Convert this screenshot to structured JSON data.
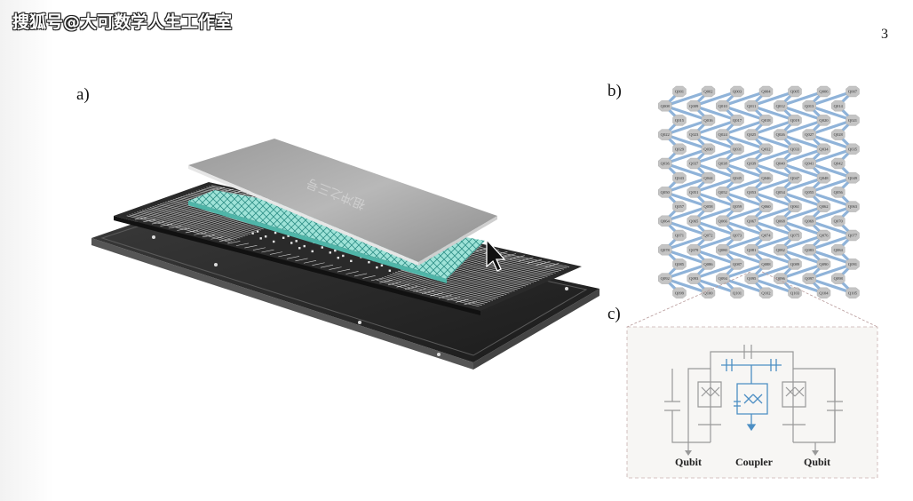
{
  "watermark": "搜狐号@大可数学人生工作室",
  "page_number": "3",
  "panels": {
    "a": "a)",
    "b": "b)",
    "c": "c)"
  },
  "chip": {
    "cover_text": "祖冲之三号"
  },
  "lattice": {
    "rows": [
      [
        "Q001",
        "Q002",
        "Q003",
        "Q004",
        "Q005",
        "Q006",
        "Q007"
      ],
      [
        "Q008",
        "Q009",
        "Q010",
        "Q011",
        "Q012",
        "Q013",
        "Q014"
      ],
      [
        "Q015",
        "Q016",
        "Q017",
        "Q018",
        "Q019",
        "Q020",
        "Q021"
      ],
      [
        "Q022",
        "Q023",
        "Q024",
        "Q025",
        "Q026",
        "Q027",
        "Q028"
      ],
      [
        "Q029",
        "Q030",
        "Q031",
        "Q032",
        "Q033",
        "Q034",
        "Q035"
      ],
      [
        "Q036",
        "Q037",
        "Q038",
        "Q039",
        "Q040",
        "Q041",
        "Q042"
      ],
      [
        "Q043",
        "Q044",
        "Q045",
        "Q046",
        "Q047",
        "Q048",
        "Q049"
      ],
      [
        "Q050",
        "Q051",
        "Q052",
        "Q053",
        "Q054",
        "Q055",
        "Q056"
      ],
      [
        "Q057",
        "Q058",
        "Q059",
        "Q060",
        "Q061",
        "Q062",
        "Q063"
      ],
      [
        "Q064",
        "Q065",
        "Q066",
        "Q067",
        "Q068",
        "Q069",
        "Q070"
      ],
      [
        "Q071",
        "Q072",
        "Q073",
        "Q074",
        "Q075",
        "Q076",
        "Q077"
      ],
      [
        "Q078",
        "Q079",
        "Q080",
        "Q081",
        "Q082",
        "Q083",
        "Q084"
      ],
      [
        "Q085",
        "Q086",
        "Q087",
        "Q088",
        "Q089",
        "Q090",
        "Q091"
      ],
      [
        "Q092",
        "Q093",
        "Q094",
        "Q095",
        "Q096",
        "Q097",
        "Q098"
      ],
      [
        "Q099",
        "Q100",
        "Q101",
        "Q102",
        "Q103",
        "Q104",
        "Q105"
      ]
    ]
  },
  "circuit": {
    "labels": [
      "Qubit",
      "Coupler",
      "Qubit"
    ]
  }
}
